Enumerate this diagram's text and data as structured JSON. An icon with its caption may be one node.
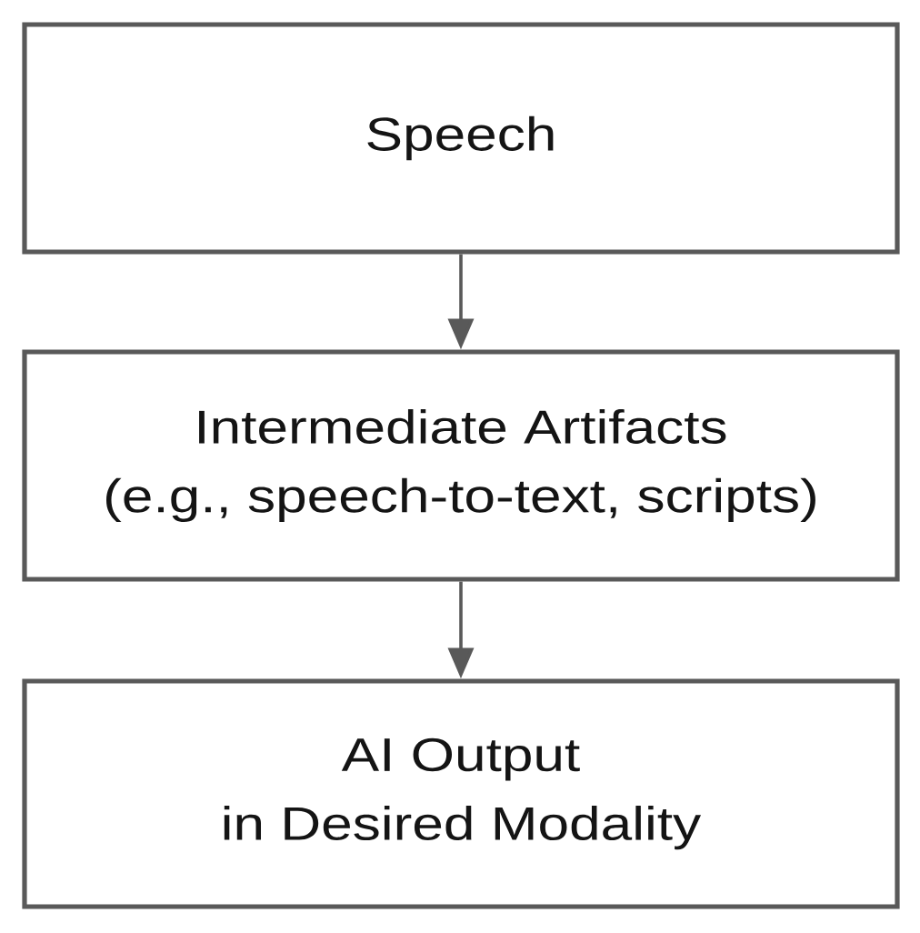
{
  "diagram": {
    "nodes": [
      {
        "text": [
          "Speech"
        ]
      },
      {
        "text": [
          "Intermediate Artifacts",
          "(e.g., speech-to-text, scripts)"
        ]
      },
      {
        "text": [
          "AI Output",
          "in Desired Modality"
        ]
      }
    ],
    "edges": [
      {
        "from": 0,
        "to": 1,
        "arrow": "to"
      },
      {
        "from": 1,
        "to": 2,
        "arrow": "to"
      }
    ]
  }
}
